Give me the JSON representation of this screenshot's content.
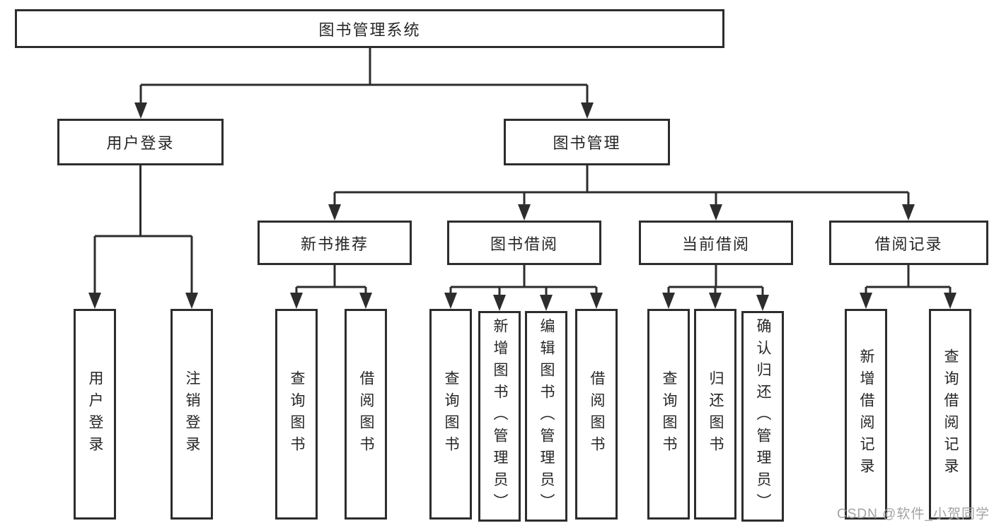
{
  "root": {
    "label": "图书管理系统"
  },
  "level2": [
    {
      "label": "用户登录"
    },
    {
      "label": "图书管理"
    }
  ],
  "level3": [
    {
      "label": "新书推荐"
    },
    {
      "label": "图书借阅"
    },
    {
      "label": "当前借阅"
    },
    {
      "label": "借阅记录"
    }
  ],
  "leaves": {
    "user_login": [
      "用户登录",
      "注销登录"
    ],
    "new_book": [
      "查询图书",
      "借阅图书"
    ],
    "book_borrowing": [
      "查询图书",
      "新增图书（管理员）",
      "编辑图书（管理员）",
      "借阅图书"
    ],
    "current_borrowing": [
      "查询图书",
      "归还图书",
      "确认归还（管理员）"
    ],
    "borrowing_records": [
      "新增借阅记录",
      "查询借阅记录"
    ]
  },
  "watermark": "CSDN @软件_小贺同学",
  "colors": {
    "line": "#2d2d2d",
    "text": "#262626",
    "watermark": "#a3a3a3",
    "background": "#ffffff"
  }
}
